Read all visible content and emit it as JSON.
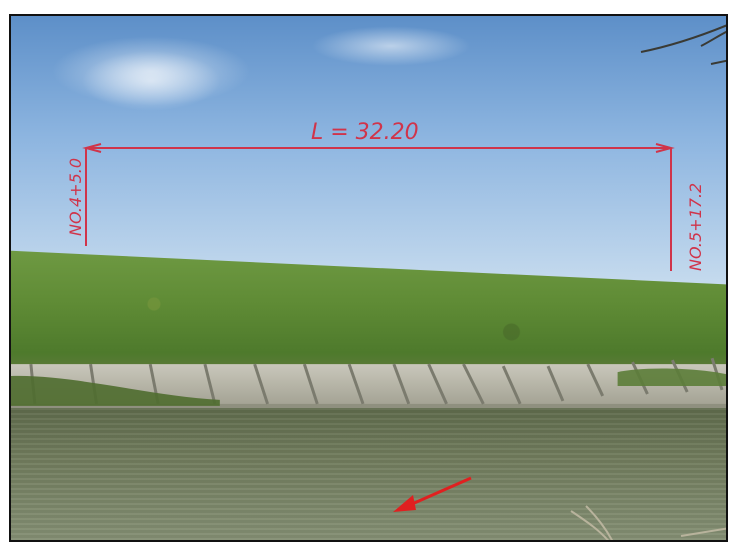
{
  "annotations": {
    "length": "L = 32.20",
    "left_station": "NO.4+5.0",
    "right_station": "NO.5+17.2"
  },
  "colors": {
    "annotation_red": "#d0344a",
    "arrow_red": "#e02020"
  }
}
